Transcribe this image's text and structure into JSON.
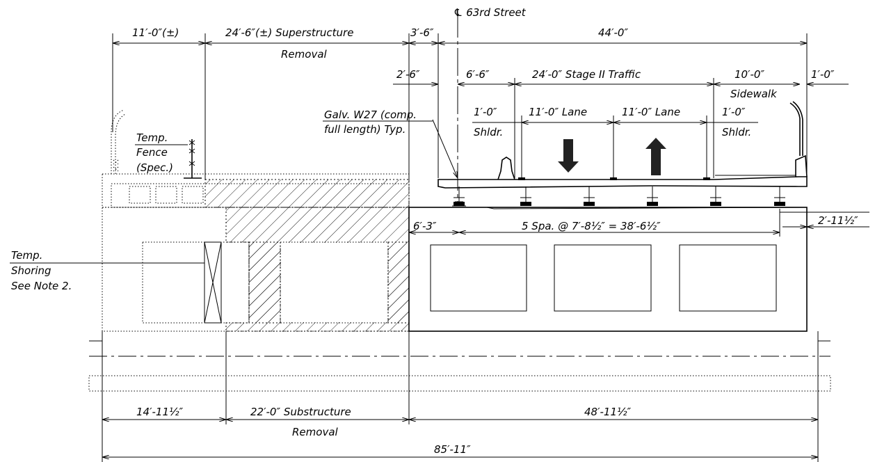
{
  "labels": {
    "centerline": "℄ 63rd Street",
    "dim_11": "11′-0″(±)",
    "dim_24_6": "24′-6″(±) Superstructure",
    "removal_top": "Removal",
    "dim_3_6": "3′-6″",
    "dim_44": "44′-0″",
    "dim_2_6": "2′-6″",
    "dim_6_6": "6′-6″",
    "stage_traffic": "24′-0″ Stage II Traffic",
    "dim_10": "10′-0″",
    "dim_1_right": "1′-0″",
    "sidewalk": "Sidewalk",
    "galv_line1": "Galv. W27 (comp.",
    "galv_line2": "full length) Typ.",
    "shldr_left_dim": "1′-0″",
    "shldr_left": "Shldr.",
    "lane_left": "11′-0″ Lane",
    "lane_right": "11′-0″ Lane",
    "shldr_right_dim": "1′-0″",
    "shldr_right": "Shldr.",
    "fence_1": "Temp.",
    "fence_2": "Fence",
    "fence_3": "(Spec.)",
    "dim_6_3": "6′-3″",
    "spacing": "5 Spa. @ 7′-8½″ = 38′-6½″",
    "dim_2_11": "2′-11½″",
    "shoring_1": "Temp.",
    "shoring_2": "Shoring",
    "shoring_3": "See Note 2.",
    "dim_14_11": "14′-11½″",
    "dim_22": "22′-0″ Substructure",
    "removal_bottom": "Removal",
    "dim_48_11": "48′-11½″",
    "dim_85_11": "85′-11″"
  }
}
